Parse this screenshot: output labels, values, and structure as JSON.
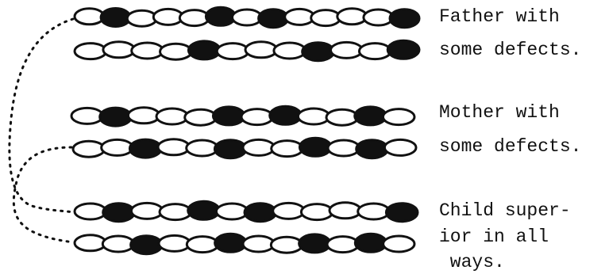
{
  "colors": {
    "ink": "#111111",
    "paper": "#ffffff"
  },
  "groups": [
    {
      "name": "father",
      "captions": [
        "Father with",
        "some defects."
      ],
      "chains": [
        [
          0,
          1,
          0,
          0,
          0,
          1,
          0,
          1,
          0,
          0,
          0,
          0,
          1
        ],
        [
          0,
          0,
          0,
          0,
          1,
          0,
          0,
          0,
          1,
          0,
          0,
          1
        ]
      ]
    },
    {
      "name": "mother",
      "captions": [
        "Mother with",
        "some defects."
      ],
      "chains": [
        [
          0,
          1,
          0,
          0,
          0,
          1,
          0,
          1,
          0,
          0,
          1,
          0
        ],
        [
          0,
          0,
          1,
          0,
          0,
          1,
          0,
          0,
          1,
          0,
          1,
          0
        ]
      ]
    },
    {
      "name": "child",
      "captions": [
        "Child super-",
        "ior in all",
        " ways."
      ],
      "chains": [
        [
          0,
          1,
          0,
          0,
          1,
          0,
          1,
          0,
          0,
          0,
          0,
          1
        ],
        [
          0,
          0,
          1,
          0,
          0,
          1,
          0,
          0,
          1,
          0,
          1,
          0
        ]
      ]
    }
  ]
}
